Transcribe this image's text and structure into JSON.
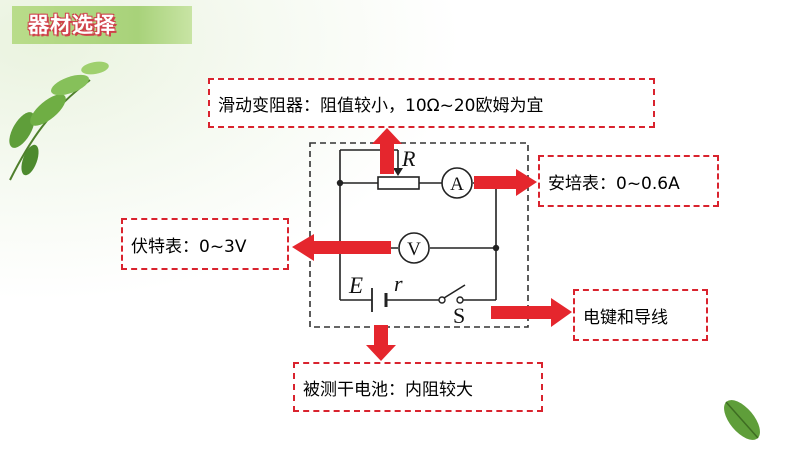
{
  "slide": {
    "title": "器材选择"
  },
  "labels": {
    "rheostat": "滑动变阻器：阻值较小，10Ω~20欧姆为宜",
    "ammeter": "安培表：0~0.6A",
    "voltmeter": "伏特表：0~3V",
    "switch_wires": "电键和导线",
    "battery": "被测干电池：内阻较大"
  },
  "circuit": {
    "resistor_symbol": "R",
    "ammeter_symbol": "A",
    "voltmeter_symbol": "V",
    "emf_symbol": "E",
    "internal_resistance_symbol": "r",
    "switch_symbol": "S"
  },
  "colors": {
    "accent_red": "#d9232e",
    "arrow_red": "#e5262d",
    "leaf_green": "#5f9e3a",
    "banner_green": "#b9dc8a"
  },
  "icons": {
    "top_left_decoration": "leaf-branch-icon",
    "bottom_right_decoration": "leaf-icon"
  }
}
